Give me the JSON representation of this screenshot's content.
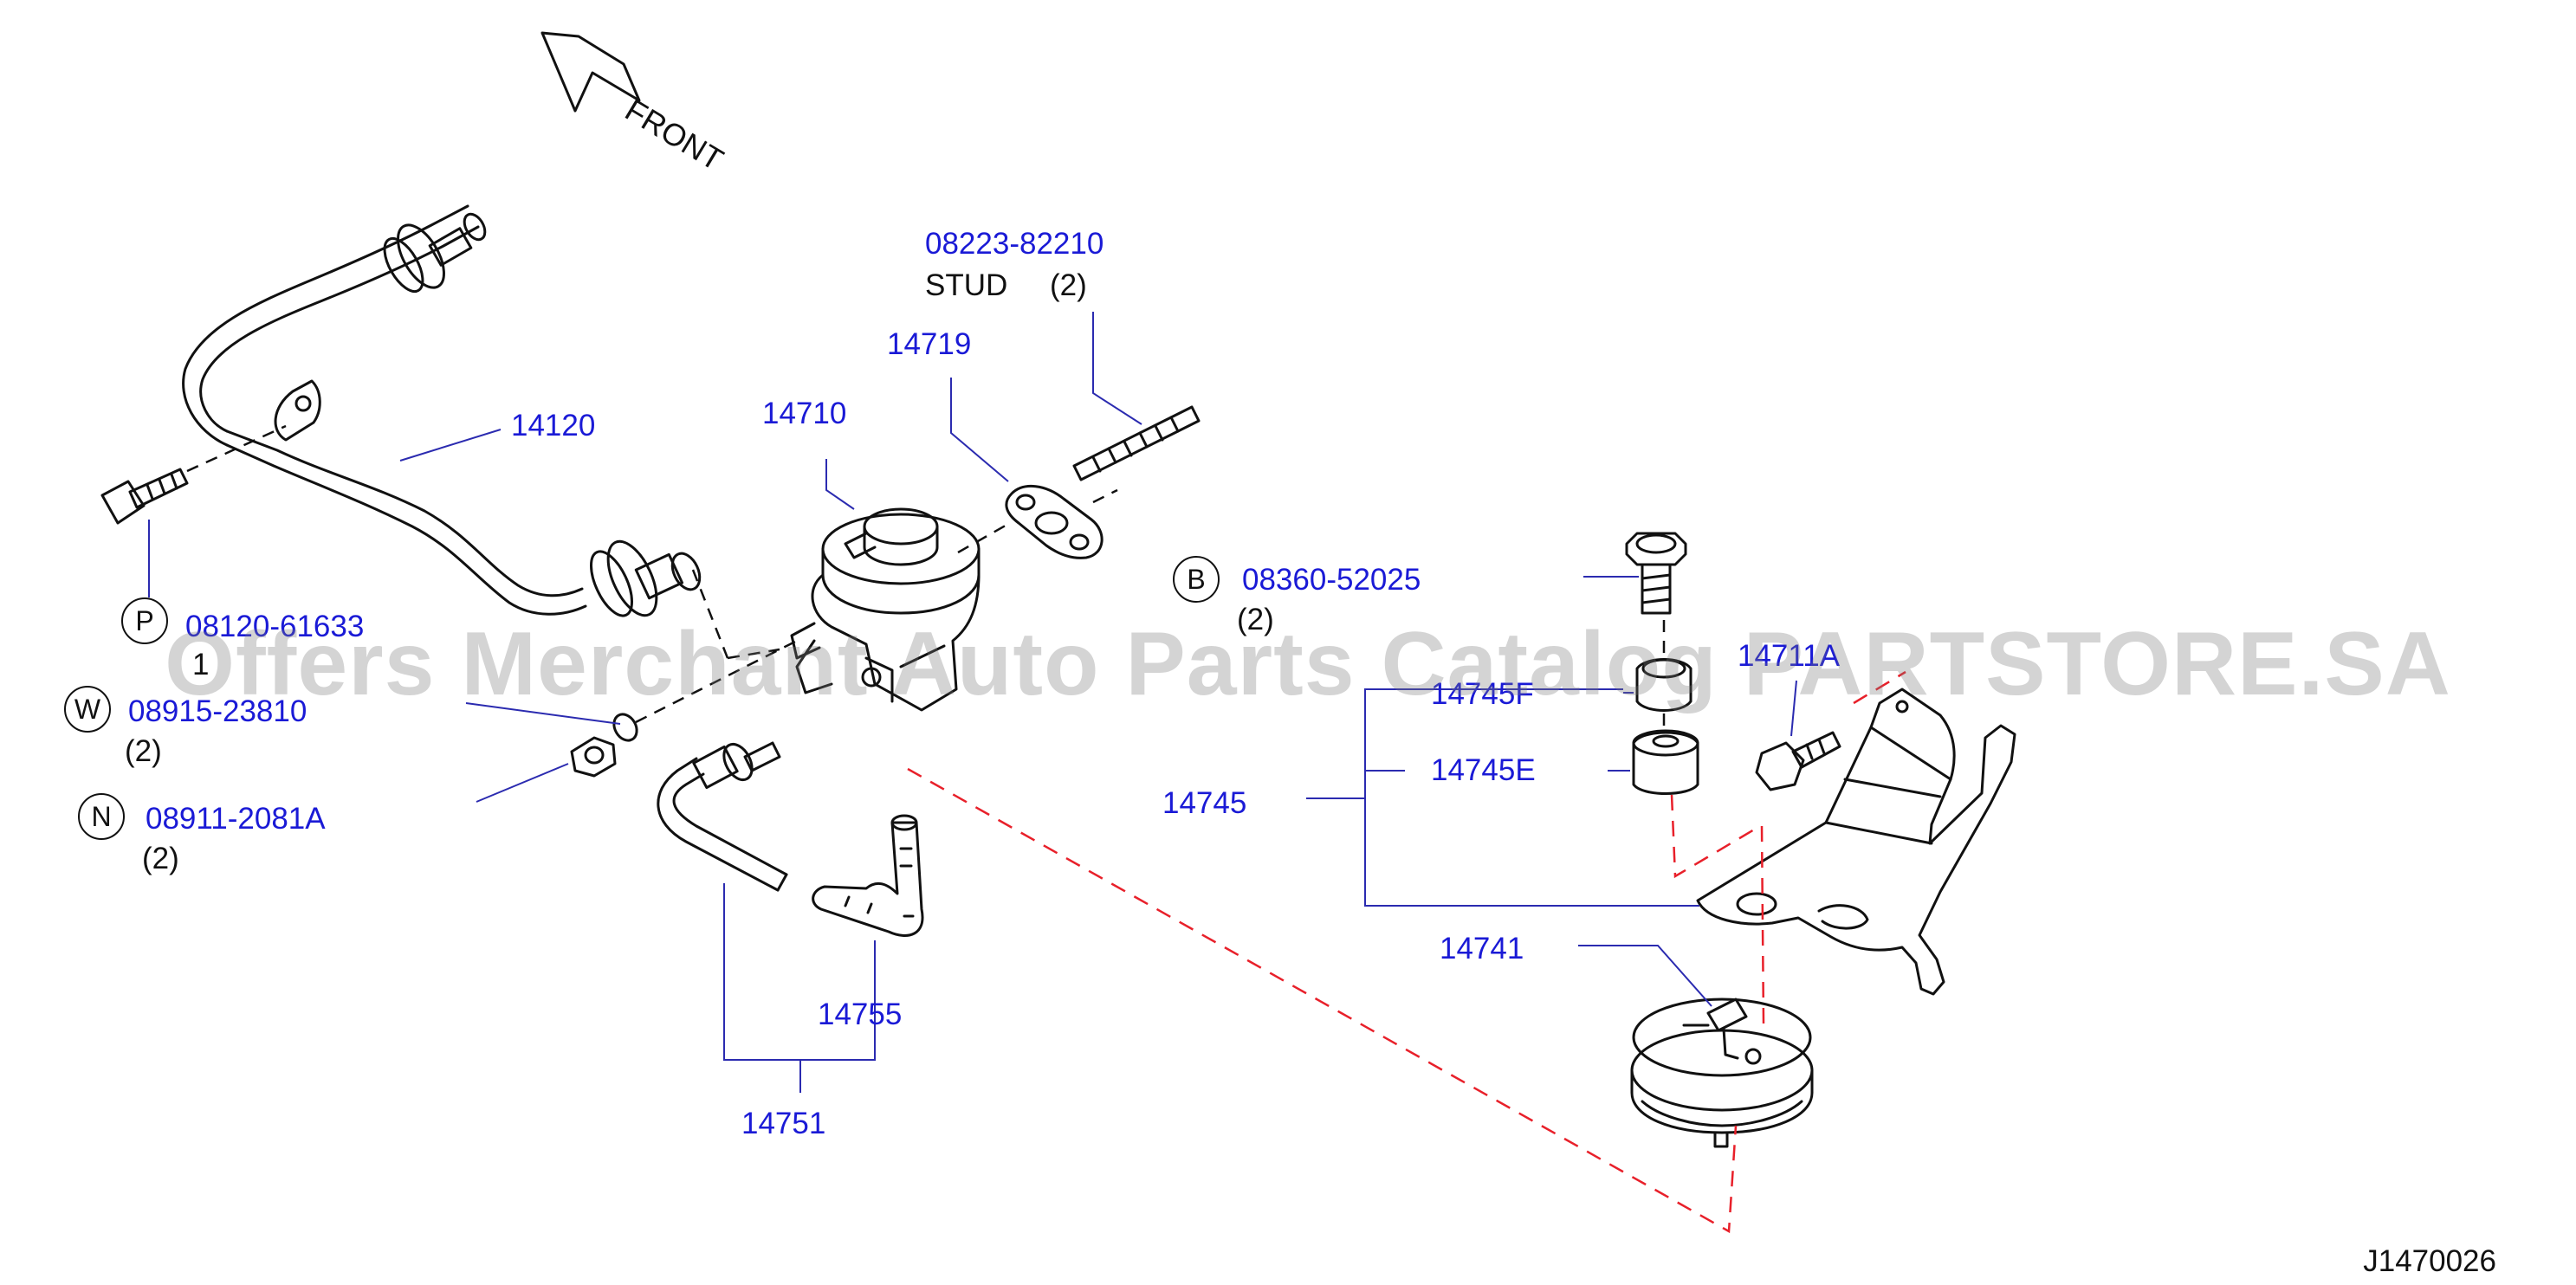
{
  "orientation": {
    "front_label": "FRONT"
  },
  "callouts": {
    "stud_part_no": "08223-82210",
    "stud_desc": "STUD",
    "stud_qty": "(2)",
    "gasket": "14719",
    "tube_upper": "14120",
    "valve": "14710",
    "b_symbol": "B",
    "b_part_no": "08360-52025",
    "b_qty": "(2)",
    "p_symbol": "P",
    "p_part_no": "08120-61633",
    "p_qty": "1",
    "w_symbol": "W",
    "w_part_no": "08915-23810",
    "w_qty": "(2)",
    "n_symbol": "N",
    "n_part_no": "08911-2081A",
    "n_qty": "(2)",
    "bracket_bolt": "14711A",
    "insulator_f": "14745F",
    "insulator_e": "14745E",
    "insulator_set": "14745",
    "actuator": "14741",
    "hose": "14755",
    "tube_set": "14751"
  },
  "watermark": "Offers Merchant Auto Parts Catalog PARTSTORE.SA",
  "diagram_ref": "J1470026",
  "colors": {
    "callout": "#1a1ad6",
    "line": "#111111",
    "leader": "#2b2bb0",
    "dashed": "#e8202a"
  }
}
